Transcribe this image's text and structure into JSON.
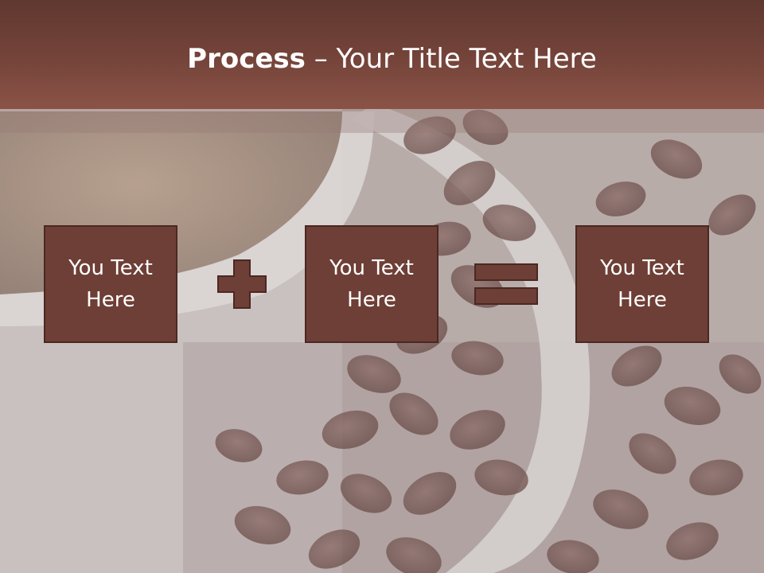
{
  "slide": {
    "title_bold": "Process",
    "title_dash": " – ",
    "title_rest": "Your Title Text Here"
  },
  "process": {
    "steps": [
      "You Text Here",
      "You Text Here",
      "You Text Here"
    ],
    "operators": [
      "plus",
      "equals"
    ]
  },
  "colors": {
    "header": "#75443a",
    "box_fill": "#6e3f36",
    "box_border": "#4a2822",
    "operator_fill": "#6e3f36",
    "background": "#c9c1bf"
  },
  "background_image": "coffee-cup-and-beans-photo"
}
